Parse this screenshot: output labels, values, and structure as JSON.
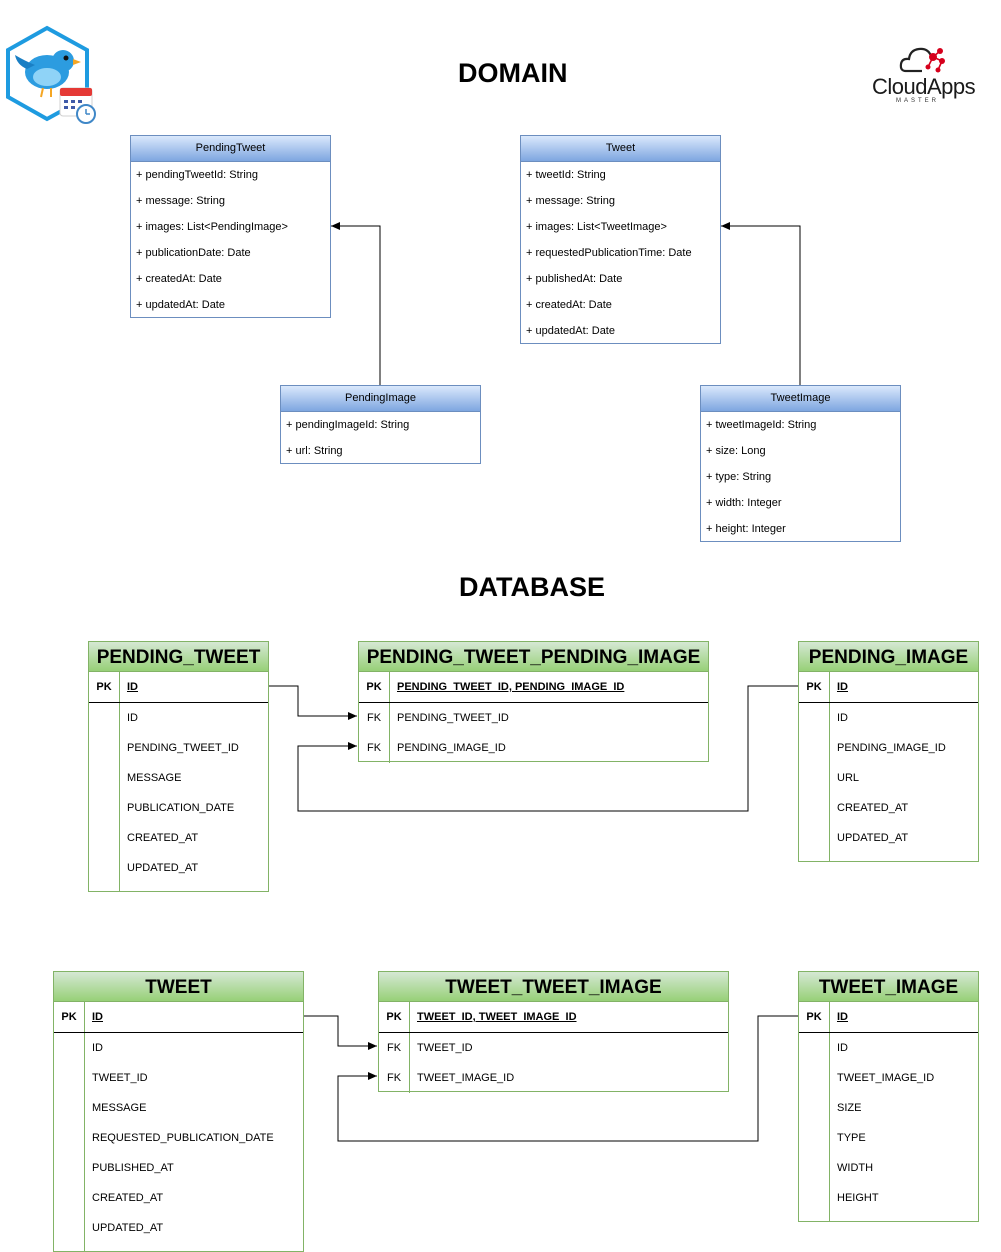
{
  "titles": {
    "domain": "DOMAIN",
    "database": "DATABASE"
  },
  "brand": {
    "name": "CloudApps",
    "tagline": "MASTER",
    "accent": "#d6001c"
  },
  "colors": {
    "uml_border": "#6c8ebf",
    "er_border": "#82b366"
  },
  "uml": {
    "pending_tweet": {
      "name": "PendingTweet",
      "attrs": [
        "+ pendingTweetId: String",
        "+ message: String",
        "+ images: List<PendingImage>",
        "+ publicationDate: Date",
        "+ createdAt: Date",
        "+ updatedAt: Date"
      ]
    },
    "tweet": {
      "name": "Tweet",
      "attrs": [
        "+ tweetId: String",
        "+ message: String",
        "+ images: List<TweetImage>",
        "+ requestedPublicationTime: Date",
        "+ publishedAt: Date",
        "+ createdAt: Date",
        "+ updatedAt: Date"
      ]
    },
    "pending_image": {
      "name": "PendingImage",
      "attrs": [
        "+ pendingImageId: String",
        "+ url: String"
      ]
    },
    "tweet_image": {
      "name": "TweetImage",
      "attrs": [
        "+ tweetImageId: String",
        "+ size: Long",
        "+ type: String",
        "+ width: Integer",
        "+ height: Integer"
      ]
    }
  },
  "er": {
    "pending_tweet": {
      "name": "PENDING_TWEET",
      "pk": {
        "key": "PK",
        "name": "ID"
      },
      "rows": [
        {
          "key": "",
          "name": "ID"
        },
        {
          "key": "",
          "name": "PENDING_TWEET_ID"
        },
        {
          "key": "",
          "name": "MESSAGE"
        },
        {
          "key": "",
          "name": "PUBLICATION_DATE"
        },
        {
          "key": "",
          "name": "CREATED_AT"
        },
        {
          "key": "",
          "name": "UPDATED_AT"
        }
      ]
    },
    "pending_tweet_pending_image": {
      "name": "PENDING_TWEET_PENDING_IMAGE",
      "pk": {
        "key": "PK",
        "name": "PENDING_TWEET_ID, PENDING_IMAGE_ID"
      },
      "rows": [
        {
          "key": "FK",
          "name": "PENDING_TWEET_ID"
        },
        {
          "key": "FK",
          "name": "PENDING_IMAGE_ID"
        }
      ]
    },
    "pending_image": {
      "name": "PENDING_IMAGE",
      "pk": {
        "key": "PK",
        "name": "ID"
      },
      "rows": [
        {
          "key": "",
          "name": "ID"
        },
        {
          "key": "",
          "name": "PENDING_IMAGE_ID"
        },
        {
          "key": "",
          "name": "URL"
        },
        {
          "key": "",
          "name": "CREATED_AT"
        },
        {
          "key": "",
          "name": "UPDATED_AT"
        }
      ]
    },
    "tweet": {
      "name": "TWEET",
      "pk": {
        "key": "PK",
        "name": "ID"
      },
      "rows": [
        {
          "key": "",
          "name": "ID"
        },
        {
          "key": "",
          "name": "TWEET_ID"
        },
        {
          "key": "",
          "name": "MESSAGE"
        },
        {
          "key": "",
          "name": "REQUESTED_PUBLICATION_DATE"
        },
        {
          "key": "",
          "name": "PUBLISHED_AT"
        },
        {
          "key": "",
          "name": "CREATED_AT"
        },
        {
          "key": "",
          "name": "UPDATED_AT"
        }
      ]
    },
    "tweet_tweet_image": {
      "name": "TWEET_TWEET_IMAGE",
      "pk": {
        "key": "PK",
        "name": "TWEET_ID, TWEET_IMAGE_ID"
      },
      "rows": [
        {
          "key": "FK",
          "name": "TWEET_ID"
        },
        {
          "key": "FK",
          "name": "TWEET_IMAGE_ID"
        }
      ]
    },
    "tweet_image": {
      "name": "TWEET_IMAGE",
      "pk": {
        "key": "PK",
        "name": "ID"
      },
      "rows": [
        {
          "key": "",
          "name": "ID"
        },
        {
          "key": "",
          "name": "TWEET_IMAGE_ID"
        },
        {
          "key": "",
          "name": "SIZE"
        },
        {
          "key": "",
          "name": "TYPE"
        },
        {
          "key": "",
          "name": "WIDTH"
        },
        {
          "key": "",
          "name": "HEIGHT"
        }
      ]
    }
  }
}
